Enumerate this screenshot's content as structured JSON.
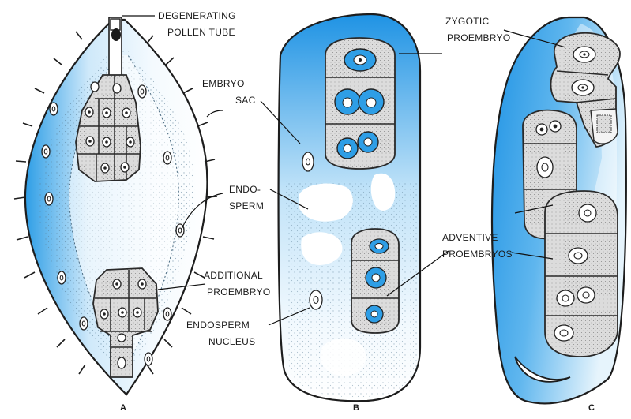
{
  "labels": {
    "degenerating_pollen_tube": [
      "DEGENERATING",
      "POLLEN TUBE"
    ],
    "embryo_sac": [
      "EMBRYO",
      "SAC"
    ],
    "endosperm": [
      "ENDO-",
      "SPERM"
    ],
    "additional_proembryo": [
      "ADDITIONAL",
      "PROEMBRYO"
    ],
    "endosperm_nucleus": [
      "ENDOSPERM",
      "NUCLEUS"
    ],
    "zygotic_proembryo": [
      "ZYGOTIC",
      "PROEMBRYO"
    ],
    "adventive_proembryos": [
      "ADVENTIVE",
      "PROEMBRYOS"
    ]
  },
  "panels": [
    "A",
    "B",
    "C"
  ],
  "colors": {
    "sac_blue": "#2e9ee6",
    "sac_light": "#e6f4fc",
    "cell_grey": "#dcdcdc",
    "outline": "#2a2a2a",
    "nucleus_blue": "#2e9ee6"
  }
}
